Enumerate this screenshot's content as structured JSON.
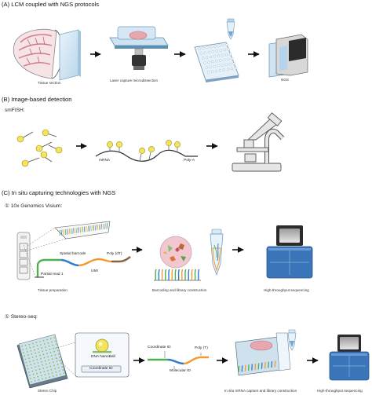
{
  "sections": {
    "a": {
      "title": "(A) LCM coupled with NGS protocols",
      "captions": {
        "tissue": "Tissue section",
        "lcm": "Laser capture microdissection",
        "ngs": "NGS"
      }
    },
    "b": {
      "title": "(B) Image-based detection",
      "subtitle": "smFISH:",
      "labels": {
        "mrna": "mRNA",
        "polya": "Poly-A"
      }
    },
    "c": {
      "title": "(C) In situ capturing technologies with NGS",
      "visium": {
        "subtitle": "① 10x Genomics Visium:",
        "labels": {
          "spatial_barcode": "Spatial barcode",
          "poly_dt": "Poly (dT)",
          "partial_read": "Partial read 1",
          "umi": "UMI"
        },
        "captions": {
          "tissue_prep": "Tissue preparation",
          "barcoding": "Barcoding and library construction",
          "sequencing": "High-throughput sequencing"
        }
      },
      "stereo": {
        "subtitle": "① Stereo-seq:",
        "labels": {
          "dna_nanoball": "DNA NanoBall",
          "coordinate_id_box": "Coordinate ID",
          "coordinate_id": "Coordinate ID",
          "poly_t": "Poly (T)",
          "molecular_id": "Molecular ID"
        },
        "captions": {
          "chip": "Stereo Chip",
          "capture": "In situ mRNA capture and library construction",
          "sequencing": "High-throughput sequencing"
        }
      }
    }
  }
}
